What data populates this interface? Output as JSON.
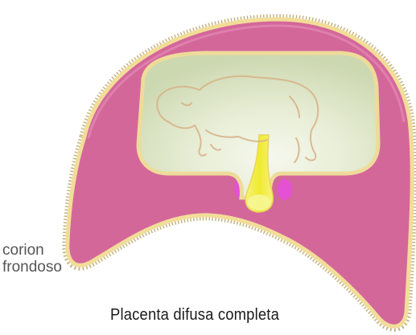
{
  "labels": {
    "corion_line1": "corion",
    "corion_line2": "frondoso"
  },
  "caption": "Placenta difusa completa",
  "colors": {
    "villi": "#c9b98a",
    "chorion": "#d4679a",
    "chorion_light": "#e48bb6",
    "membrane": "#f2dd98",
    "amnion_fill": "#d8e2c0",
    "amnion_center": "#f4f6ea",
    "umbilical": "#f2ee3a",
    "magenta_accent": "#ea4ae6"
  }
}
